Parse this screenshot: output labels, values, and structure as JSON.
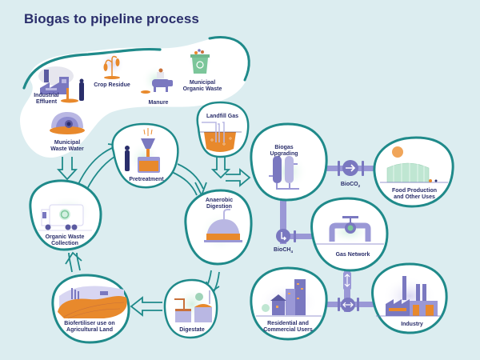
{
  "title": "Biogas to pipeline process",
  "colors": {
    "background": "#dcedf0",
    "teal": "#1f8a8a",
    "navy": "#2a2e6b",
    "purple": "#7a78c0",
    "lavender": "#b9b7e3",
    "orange": "#e8892c",
    "mint": "#cfeee0"
  },
  "feedstocks": {
    "industrial_effluent": [
      "Industrial",
      "Effluent"
    ],
    "crop_residue": [
      "Crop Residue"
    ],
    "manure": [
      "Manure"
    ],
    "municipal_organic_waste": [
      "Municipal",
      "Organic Waste"
    ],
    "municipal_waste_water": [
      "Municipal",
      "Waste Water"
    ]
  },
  "nodes": {
    "landfill_gas": [
      "Landfill Gas"
    ],
    "pretreatment": [
      "Pretreatment"
    ],
    "organic_waste_collection": [
      "Organic Waste",
      "Collection"
    ],
    "anaerobic_digestion": [
      "Anaerobic",
      "Digestion"
    ],
    "biogas_upgrading": [
      "Biogas",
      "Upgrading"
    ],
    "food_production": [
      "Food Production",
      "and Other Uses"
    ],
    "gas_network": [
      "Gas Network"
    ],
    "digestate": [
      "Digestate"
    ],
    "biofertiliser": [
      "Biofertiliser use on",
      "Agricultural Land"
    ],
    "residential": [
      "Residential and",
      "Commercial Users"
    ],
    "industry": [
      "Industry"
    ]
  },
  "pipe_labels": {
    "bioco2": "BioCO",
    "bioco2_sub": "2",
    "bioch4": "BioCH",
    "bioch4_sub": "4"
  }
}
